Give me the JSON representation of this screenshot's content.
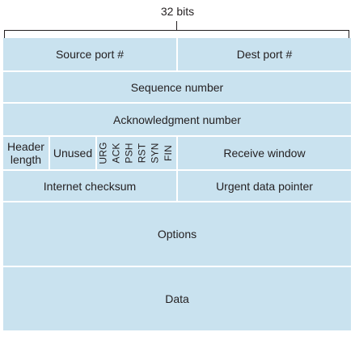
{
  "header": {
    "bits_label": "32 bits"
  },
  "fields": {
    "source_port": "Source port #",
    "dest_port": "Dest port #",
    "sequence_number": "Sequence number",
    "acknowledgment_number": "Acknowledgment number",
    "header_length_line1": "Header",
    "header_length_line2": "length",
    "unused": "Unused",
    "flags": [
      "URG",
      "ACK",
      "PSH",
      "RST",
      "SYN",
      "FIN"
    ],
    "receive_window": "Receive window",
    "internet_checksum": "Internet checksum",
    "urgent_data_pointer": "Urgent data pointer",
    "options": "Options",
    "data": "Data"
  },
  "colors": {
    "cell_fill": "#c9e2ef",
    "separator": "#ffffff",
    "text": "#231f20"
  }
}
